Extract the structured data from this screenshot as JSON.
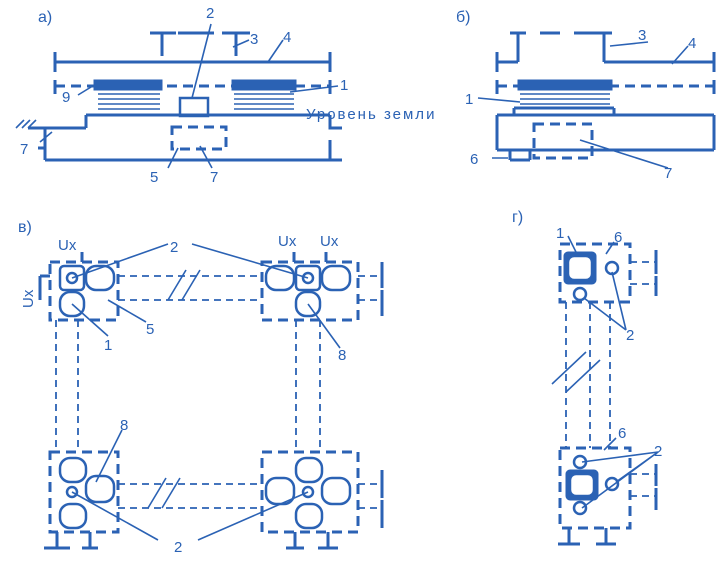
{
  "colors": {
    "line": "#2b62b4",
    "background": "#ffffff"
  },
  "panels": {
    "a": {
      "label": "а)",
      "ground_label": "Уровень земли",
      "callouts": [
        "2",
        "3",
        "4",
        "1",
        "9",
        "7",
        "5",
        "7"
      ]
    },
    "b": {
      "label": "б)",
      "callouts": [
        "3",
        "4",
        "1",
        "6",
        "7"
      ]
    },
    "v": {
      "label": "в)",
      "ux": [
        "Ux",
        "Ux",
        "Ux",
        "Ux"
      ],
      "callouts": [
        "2",
        "5",
        "1",
        "8",
        "8",
        "2"
      ]
    },
    "g": {
      "label": "г)",
      "callouts": [
        "1",
        "6",
        "2",
        "6",
        "2"
      ]
    }
  }
}
